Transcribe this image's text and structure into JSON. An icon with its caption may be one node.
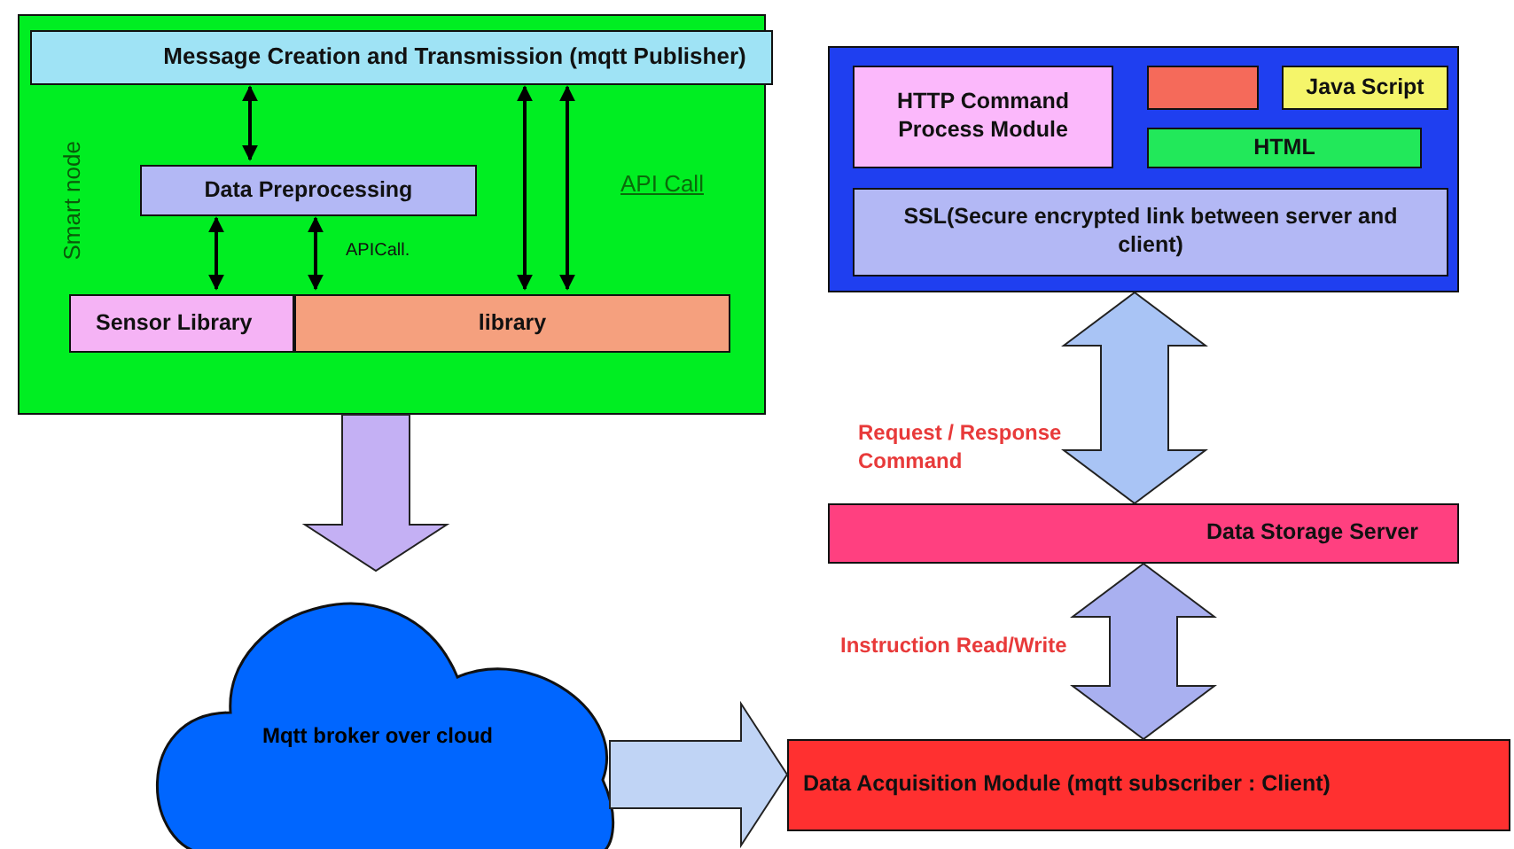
{
  "diagram": {
    "nodes": [
      {
        "text": [
          "Smart node"
        ]
      },
      {
        "text": [
          "Message Creation and Transmission (mqtt Publisher)"
        ],
        "in": 0
      },
      {
        "text": [
          "Data Preprocessing"
        ],
        "in": 0
      },
      {
        "text": [
          "Sensor Library"
        ],
        "in": 0
      },
      {
        "text": [
          "library"
        ],
        "in": 0
      },
      {
        "text": [],
        "shape": "box"
      },
      {
        "text": [
          "HTTP Command Process Module"
        ],
        "in": 5
      },
      {
        "text": [],
        "shape": "box",
        "in": 5
      },
      {
        "text": [
          "Java Script"
        ],
        "in": 5
      },
      {
        "text": [
          "HTML"
        ],
        "in": 5
      },
      {
        "text": [
          "SSL(Secure encrypted link between server and client)"
        ],
        "in": 5
      },
      {
        "text": [
          "Data Storage Server"
        ]
      },
      {
        "text": [
          "Mqtt broker over cloud"
        ]
      },
      {
        "text": [
          "Data Acquisition Module (mqtt subscriber : Client)"
        ]
      }
    ],
    "edges": [
      {
        "from": 1,
        "to": 2,
        "arrow": "both"
      },
      {
        "from": 2,
        "to": 3,
        "arrow": "both"
      },
      {
        "from": 2,
        "to": 4,
        "arrow": "both",
        "label": "APICall."
      },
      {
        "from": 1,
        "to": 4,
        "arrow": "both"
      },
      {
        "from": 1,
        "to": 4,
        "arrow": "both",
        "label": "API Call"
      },
      {
        "from": 0,
        "to": 12,
        "arrow": "to",
        "style": "thick",
        "color": "#c4b0f4"
      },
      {
        "from": 12,
        "to": 13,
        "arrow": "to",
        "style": "thick",
        "color": "#c0d4f5"
      },
      {
        "from": 5,
        "to": 11,
        "arrow": "both",
        "style": "thick",
        "color": "#a9c4f5",
        "label": "Request / Response Command"
      },
      {
        "from": 11,
        "to": 13,
        "arrow": "both",
        "style": "thick",
        "color": "#a9b0f0",
        "label": "Instruction Read/Write"
      }
    ]
  }
}
